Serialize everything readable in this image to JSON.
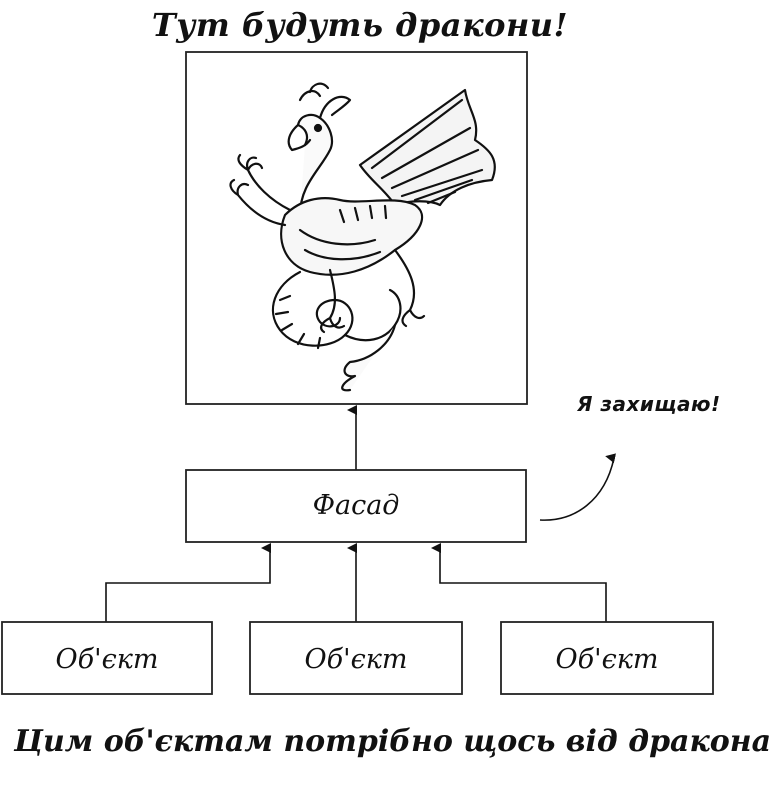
{
  "title": "Тут будуть дракони!",
  "facade": {
    "label": "Фасад"
  },
  "objects": [
    {
      "label": "Об'єкт"
    },
    {
      "label": "Об'єкт"
    },
    {
      "label": "Об'єкт"
    }
  ],
  "callout": "Я захищаю!",
  "caption": "Цим об'єктам потрібно щось від дракона",
  "dragon_image": {
    "icon": "dragon-illustration-icon"
  }
}
